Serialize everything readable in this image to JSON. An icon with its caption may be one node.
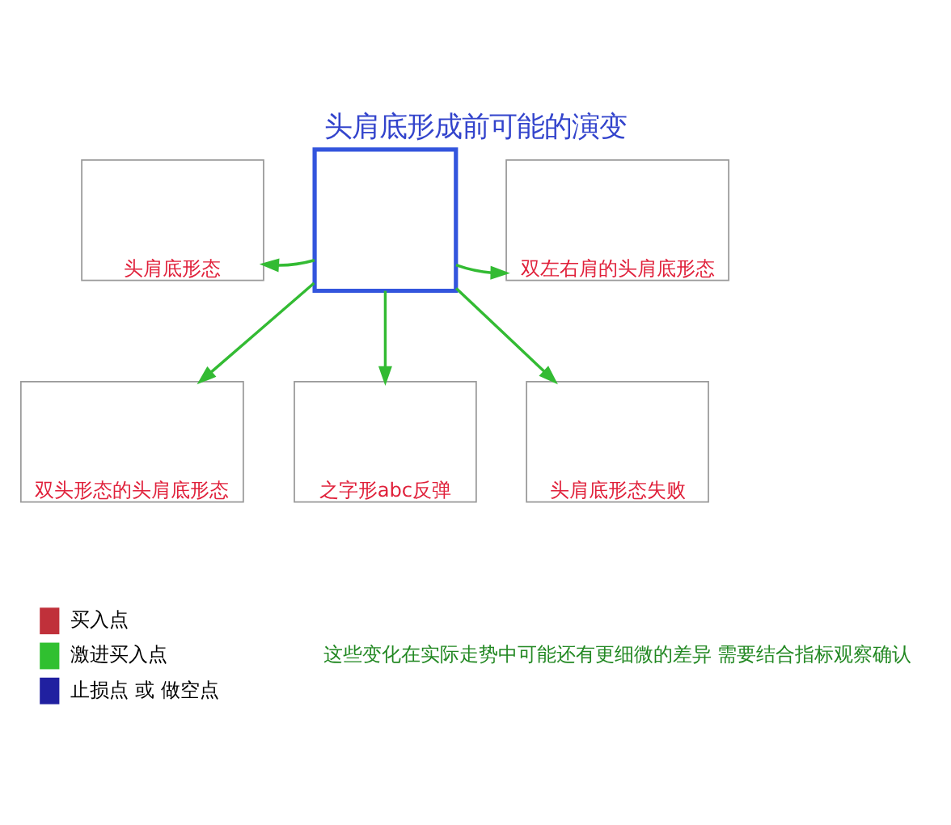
{
  "diagram": {
    "title": "头肩底形成前可能的演变",
    "nodes": [
      {
        "text": [],
        "shape": "box"
      },
      {
        "text": [
          "头肩底形态"
        ]
      },
      {
        "text": [
          "双左右肩的头肩底形态"
        ]
      },
      {
        "text": [
          "双头形态的头肩底形态"
        ]
      },
      {
        "text": [
          "之字形abc反弹"
        ]
      },
      {
        "text": [
          "头肩底形态失败"
        ]
      }
    ],
    "edges": [
      {
        "from": 0,
        "to": 1,
        "arrow": "to"
      },
      {
        "from": 0,
        "to": 2,
        "arrow": "to"
      },
      {
        "from": 0,
        "to": 3,
        "arrow": "to"
      },
      {
        "from": 0,
        "to": 4,
        "arrow": "to"
      },
      {
        "from": 0,
        "to": 5,
        "arrow": "to"
      }
    ],
    "labels": [
      "这些变化在实际走势中可能还有更细微的差异 需要结合指标观察确认"
    ],
    "legend": [
      {
        "text": "买入点",
        "color": "#c0303a"
      },
      {
        "text": "激进买入点",
        "color": "#30c030"
      },
      {
        "text": "止损点 或 做空点",
        "color": "#2020a0"
      }
    ]
  }
}
